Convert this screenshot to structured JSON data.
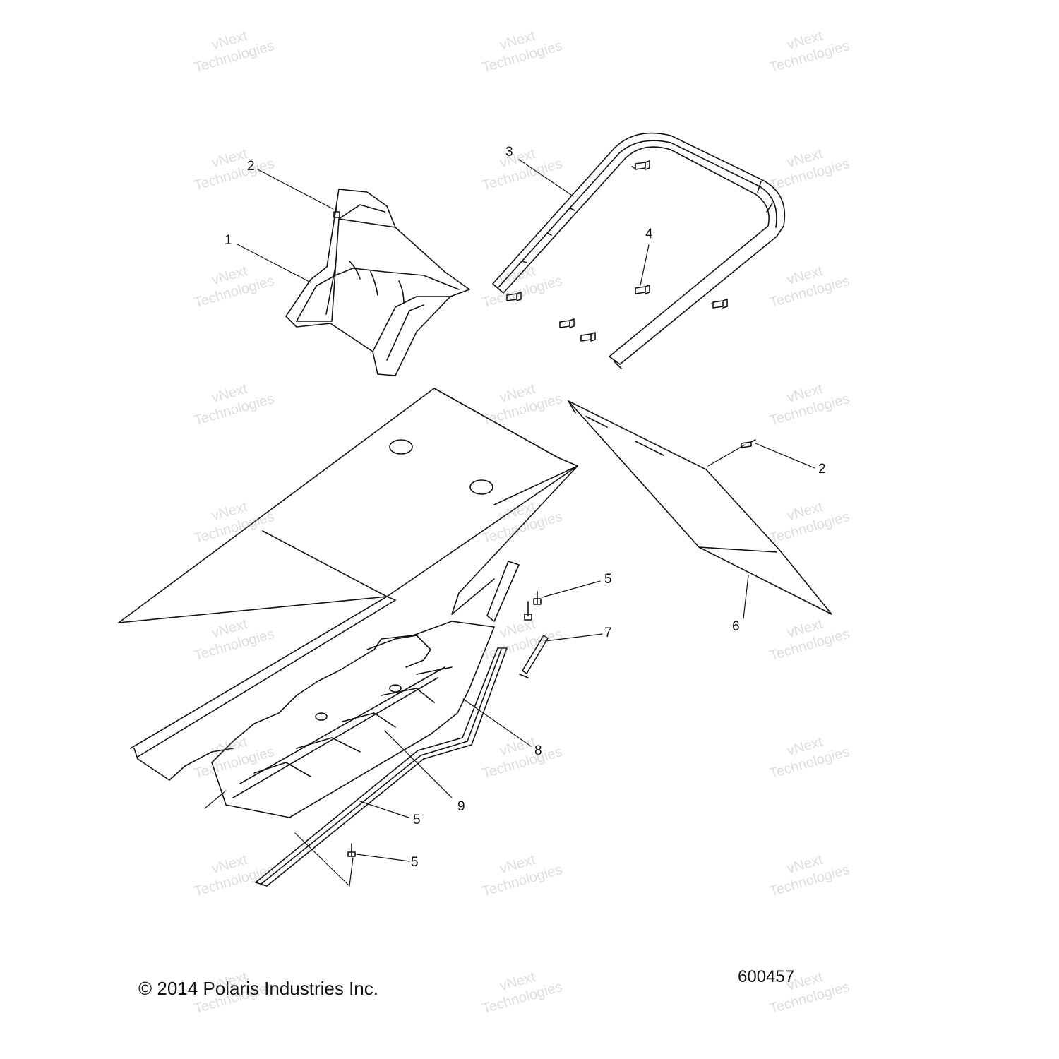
{
  "callouts": {
    "c1": "1",
    "c2a": "2",
    "c2b": "2",
    "c3": "3",
    "c4": "4",
    "c5a": "5",
    "c5b": "5",
    "c5c": "5",
    "c6": "6",
    "c7": "7",
    "c8": "8",
    "c9": "9"
  },
  "footer": {
    "copyright": "© 2014 Polaris Industries Inc.",
    "part_number": "600457"
  },
  "watermark": {
    "line1": "vNext",
    "line2": "Technologies"
  }
}
